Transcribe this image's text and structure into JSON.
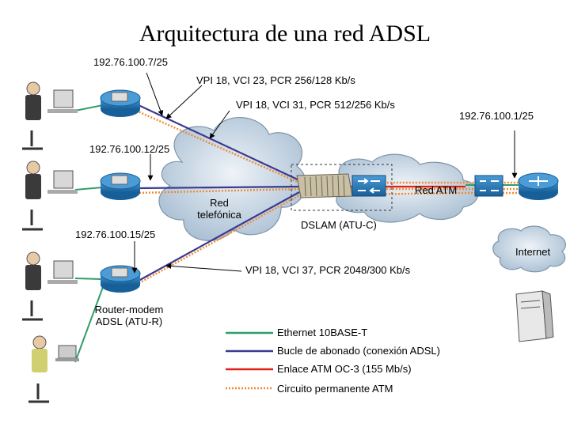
{
  "title": "Arquitectura de una red ADSL",
  "labels": {
    "ip_router1": "192.76.100.7/25",
    "ip_router2": "192.76.100.12/25",
    "ip_router3": "192.76.100.15/25",
    "ip_atm_router": "192.76.100.1/25",
    "vpi_1": "VPI 18, VCI 23, PCR 256/128 Kb/s",
    "vpi_2": "VPI 18, VCI 31, PCR 512/256 Kb/s",
    "vpi_3": "VPI 18, VCI 37, PCR 2048/300 Kb/s",
    "red_telefonica_1": "Red",
    "red_telefonica_2": "telefónica",
    "red_atm": "Red ATM",
    "dslam": "DSLAM (ATU-C)",
    "internet": "Internet",
    "router_modem_1": "Router-modem",
    "router_modem_2": "ADSL (ATU-R)"
  },
  "legend": [
    {
      "label": "Ethernet 10BASE-T",
      "color": "#2e9e6a"
    },
    {
      "label": "Bucle de abonado (conexión ADSL)",
      "color": "#3a3a8f"
    },
    {
      "label": "Enlace ATM OC-3 (155 Mb/s)",
      "color": "#e0201a"
    },
    {
      "label": "Circuito permanente ATM",
      "color": "#f08a30"
    }
  ],
  "colors": {
    "router_fill": "#2a7fbf",
    "cloud_fill": "#c9d9e8"
  }
}
